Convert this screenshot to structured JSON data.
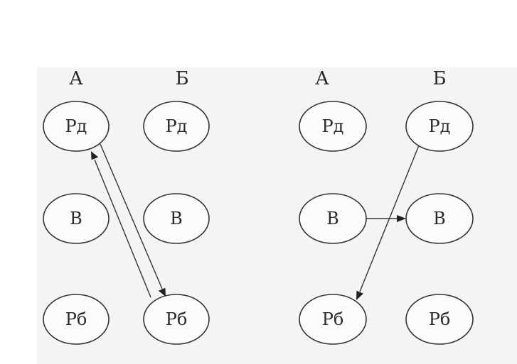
{
  "diagrams": [
    {
      "columns": [
        {
          "label": "А"
        },
        {
          "label": "Б"
        }
      ],
      "nodes": [
        {
          "id": "A1",
          "label": "Рд"
        },
        {
          "id": "A2",
          "label": "В"
        },
        {
          "id": "A3",
          "label": "Рб"
        },
        {
          "id": "B1",
          "label": "Рд"
        },
        {
          "id": "B2",
          "label": "В"
        },
        {
          "id": "B3",
          "label": "Рб"
        }
      ],
      "edges": [
        {
          "from": "A1",
          "to": "B3"
        },
        {
          "from": "B3",
          "to": "A1"
        }
      ]
    },
    {
      "columns": [
        {
          "label": "А"
        },
        {
          "label": "Б"
        }
      ],
      "nodes": [
        {
          "id": "A1",
          "label": "Рд"
        },
        {
          "id": "A2",
          "label": "В"
        },
        {
          "id": "A3",
          "label": "Рб"
        },
        {
          "id": "B1",
          "label": "Рд"
        },
        {
          "id": "B2",
          "label": "В"
        },
        {
          "id": "B3",
          "label": "Рб"
        }
      ],
      "edges": [
        {
          "from": "A2",
          "to": "B2"
        },
        {
          "from": "B1",
          "to": "A3"
        }
      ]
    }
  ]
}
